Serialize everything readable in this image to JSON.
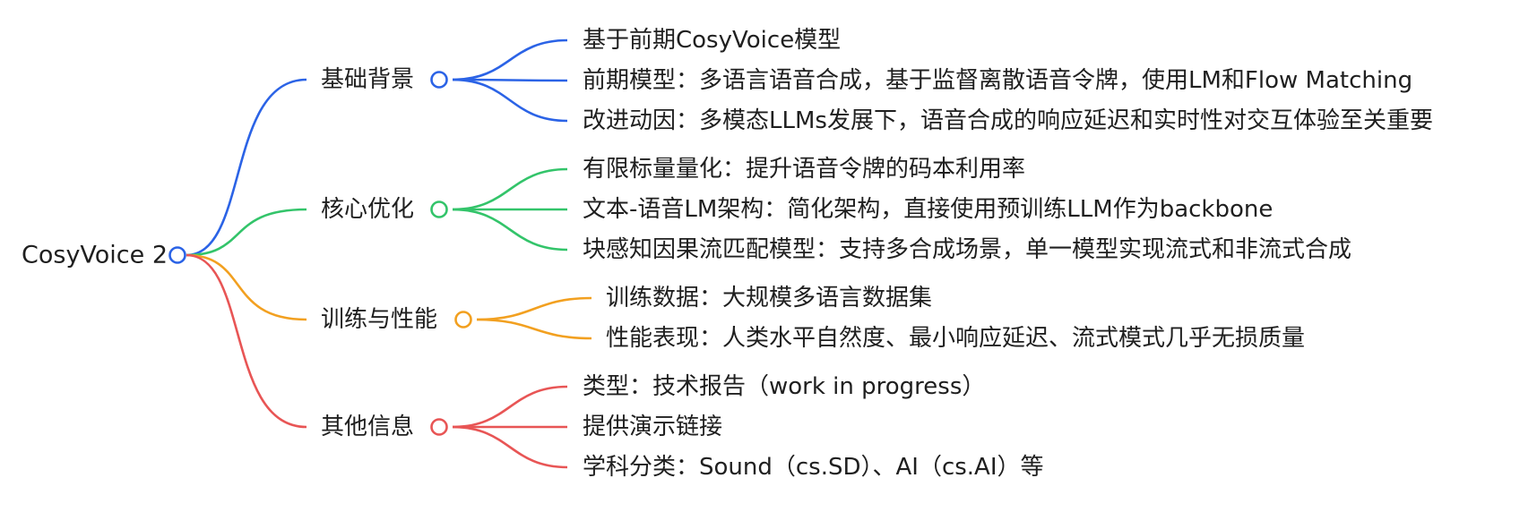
{
  "colors": {
    "root": "#2b63e6",
    "branches": [
      "#2b63e6",
      "#33c46a",
      "#f2a020",
      "#e85555"
    ]
  },
  "root": {
    "label": "CosyVoice 2"
  },
  "branches": [
    {
      "label": "基础背景",
      "color": "#2b63e6",
      "leaves": [
        "基于前期CosyVoice模型",
        "前期模型：多语言语音合成，基于监督离散语音令牌，使用LM和Flow Matching",
        "改进动因：多模态LLMs发展下，语音合成的响应延迟和实时性对交互体验至关重要"
      ]
    },
    {
      "label": "核心优化",
      "color": "#33c46a",
      "leaves": [
        "有限标量量化：提升语音令牌的码本利用率",
        "文本-语音LM架构：简化架构，直接使用预训练LLM作为backbone",
        "块感知因果流匹配模型：支持多合成场景，单一模型实现流式和非流式合成"
      ]
    },
    {
      "label": "训练与性能",
      "color": "#f2a020",
      "leaves": [
        "训练数据：大规模多语言数据集",
        "性能表现：人类水平自然度、最小响应延迟、流式模式几乎无损质量"
      ]
    },
    {
      "label": "其他信息",
      "color": "#e85555",
      "leaves": [
        "类型：技术报告（work in progress）",
        "提供演示链接",
        "学科分类：Sound（cs.SD）、AI（cs.AI）等"
      ]
    }
  ]
}
